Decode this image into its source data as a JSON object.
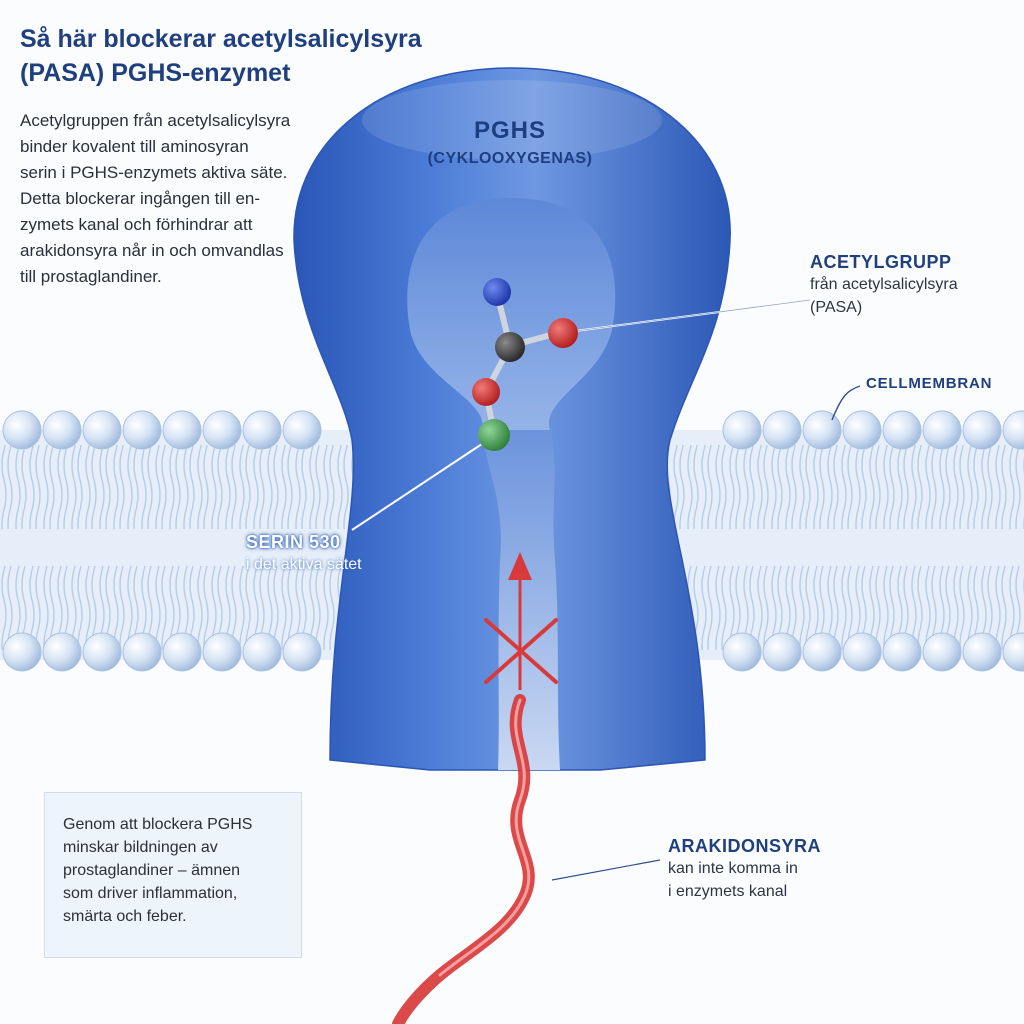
{
  "title_lines": [
    "Så här blockerar acetylsalicylsyra",
    "(PASA) PGHS-enzymet"
  ],
  "intro_lines": [
    "Acetylgruppen från acetylsalicylsyra",
    "binder kovalent till aminosyran",
    "serin i PGHS-enzymets aktiva säte.",
    "Detta blockerar ingången till en-",
    "zymets kanal och förhindrar att",
    "arakidonsyra når in och omvandlas",
    "till prostaglandiner."
  ],
  "enzyme": {
    "name": "PGHS",
    "subtitle": "(CYKLOOXYGENAS)"
  },
  "labels": {
    "acetyl": {
      "title": "ACETYLGRUPP",
      "sub_lines": [
        "från acetylsalicylsyra",
        "(PASA)"
      ]
    },
    "membrane": "CELLMEMBRAN",
    "serine": {
      "title": "SERIN 530",
      "sub": "i det aktiva sätet"
    },
    "arachidonic": {
      "title": "ARAKIDONSYRA",
      "sub_lines": [
        "kan inte komma in",
        "i enzymets kanal"
      ]
    }
  },
  "info_box_lines": [
    "Genom att blockera PGHS",
    "minskar bildningen av",
    "prostaglandiner – ämnen",
    "som driver inflammation,",
    "smärta och feber."
  ],
  "colors": {
    "enzyme_blue": "#3f6fcf",
    "title_navy": "#1f3f7f",
    "block_red": "#d8393a",
    "nitrogen_blue": "#2346c6",
    "oxygen_red": "#cc2a2a",
    "carbon_gray": "#3d3d3d",
    "serine_green": "#3e9b4a"
  }
}
